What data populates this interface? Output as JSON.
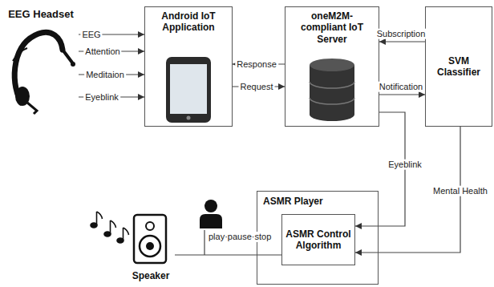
{
  "diagram": {
    "nodes": [
      {
        "text": [
          "EEG Headset"
        ]
      },
      {
        "text": [
          "Android IoT Application"
        ]
      },
      {
        "text": [
          "oneM2M-compliant IoT Server"
        ]
      },
      {
        "text": [
          "SVM Classifier"
        ]
      },
      {
        "text": [
          "ASMR Player"
        ]
      },
      {
        "text": [
          "ASMR Control Algorithm"
        ],
        "in": 4
      },
      {
        "text": [
          "Speaker"
        ]
      }
    ],
    "edges": [
      {
        "from": 0,
        "to": 1,
        "label": "EEG",
        "arrow": "to"
      },
      {
        "from": 0,
        "to": 1,
        "label": "Attention",
        "arrow": "to"
      },
      {
        "from": 0,
        "to": 1,
        "label": "Meditaion",
        "arrow": "to"
      },
      {
        "from": 0,
        "to": 1,
        "label": "Eyeblink",
        "arrow": "to"
      },
      {
        "from": 2,
        "to": 1,
        "label": "Response",
        "arrow": "to"
      },
      {
        "from": 1,
        "to": 2,
        "label": "Request",
        "arrow": "to"
      },
      {
        "from": 3,
        "to": 2,
        "label": "Subscription",
        "arrow": "to"
      },
      {
        "from": 2,
        "to": 3,
        "label": "Notification",
        "arrow": "to"
      },
      {
        "from": 2,
        "to": 5,
        "label": "Eyeblink",
        "arrow": "to"
      },
      {
        "from": 3,
        "to": 5,
        "label": "Mental Health",
        "arrow": "to"
      },
      {
        "from": 5,
        "to": 6,
        "arrow": "none"
      }
    ],
    "labels": [
      "play·pause·stop"
    ]
  }
}
